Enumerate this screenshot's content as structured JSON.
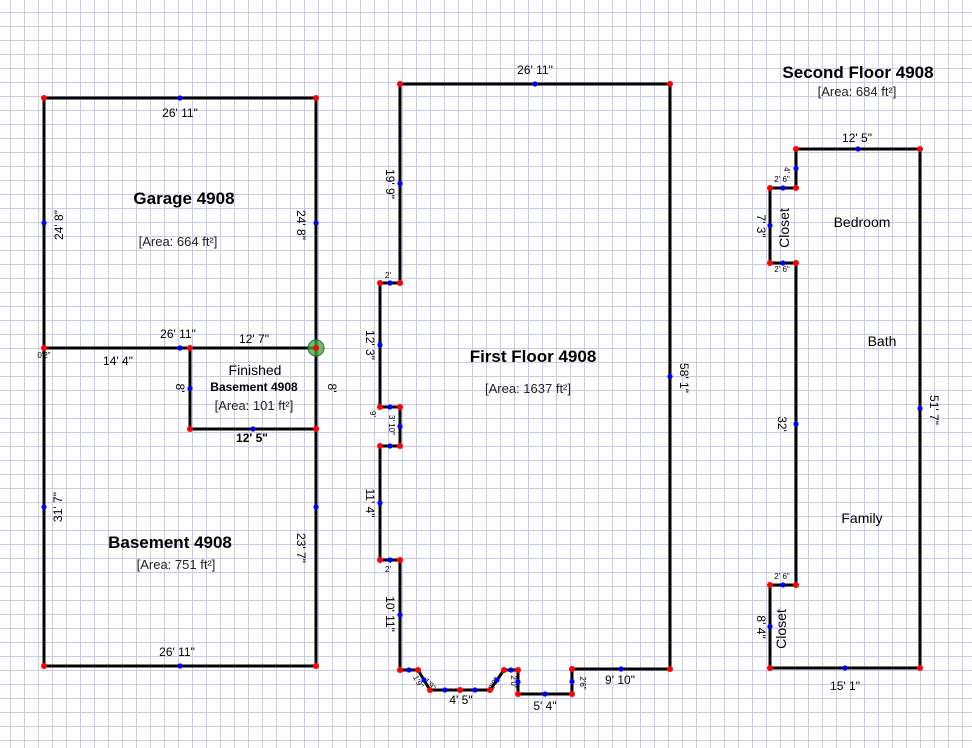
{
  "colors": {
    "wall": "#000000",
    "vertex": "#ff0000",
    "midpoint": "#0000ff",
    "grid": "#c9cce8",
    "handle": "#3aa83a"
  },
  "garage": {
    "title": "Garage 4908",
    "area": "[Area: 664 ft²]",
    "top": "26' 11\"",
    "left": "24' 8\"",
    "right": "24' 8\""
  },
  "shared": {
    "wall_dim": "26' 11\"",
    "segment": "14' 4\"",
    "corner": "0'2\""
  },
  "finished": {
    "label": "Finished",
    "title": "Basement 4908",
    "area": "[Area: 101 ft²]",
    "top": "12' 7\"",
    "bottom": "12' 5\"",
    "left": "8'",
    "right": "8'"
  },
  "basement": {
    "title": "Basement 4908",
    "area": "[Area: 751 ft²]",
    "left": "31' 7\"",
    "right": "23' 7\"",
    "bottom": "26' 11\""
  },
  "first_floor": {
    "title": "First Floor 4908",
    "area": "[Area: 1637 ft²]",
    "top": "26' 11\"",
    "left_upper": "19' 9\"",
    "right": "58' 1\"",
    "bump1": "2'",
    "seg1": "12' 3\"",
    "seg2": "3' 10\"",
    "seg2b": "9'",
    "seg3": "11' 4\"",
    "bump2": "2'",
    "seg4": "10' 11\"",
    "bay_bottom": "4' 5\"",
    "notch_bottom": "5' 4\"",
    "notch_side": "2'6\"",
    "bottom_right": "9' 10\"",
    "small_a": "1'9\"",
    "small_b": "1'9\"",
    "small_c": "2'0\"",
    "small_d": "2'0\""
  },
  "second_floor": {
    "title": "Second Floor 4908",
    "area": "[Area: 684 ft²]",
    "top": "12' 5\"",
    "right": "51' 7\"",
    "bottom": "15' 1\"",
    "left_mid": "32'",
    "closet1_top": "4'",
    "closet1_notch": "2' 6\"",
    "closet1_side": "7' 3\"",
    "closet1_bottom": "2' 6\"",
    "closet2_top": "2' 6\"",
    "closet2_side": "8' 4\"",
    "rooms": [
      "Bedroom",
      "Bath",
      "Family"
    ],
    "closet": "Closet",
    "closet2": "Closet"
  }
}
